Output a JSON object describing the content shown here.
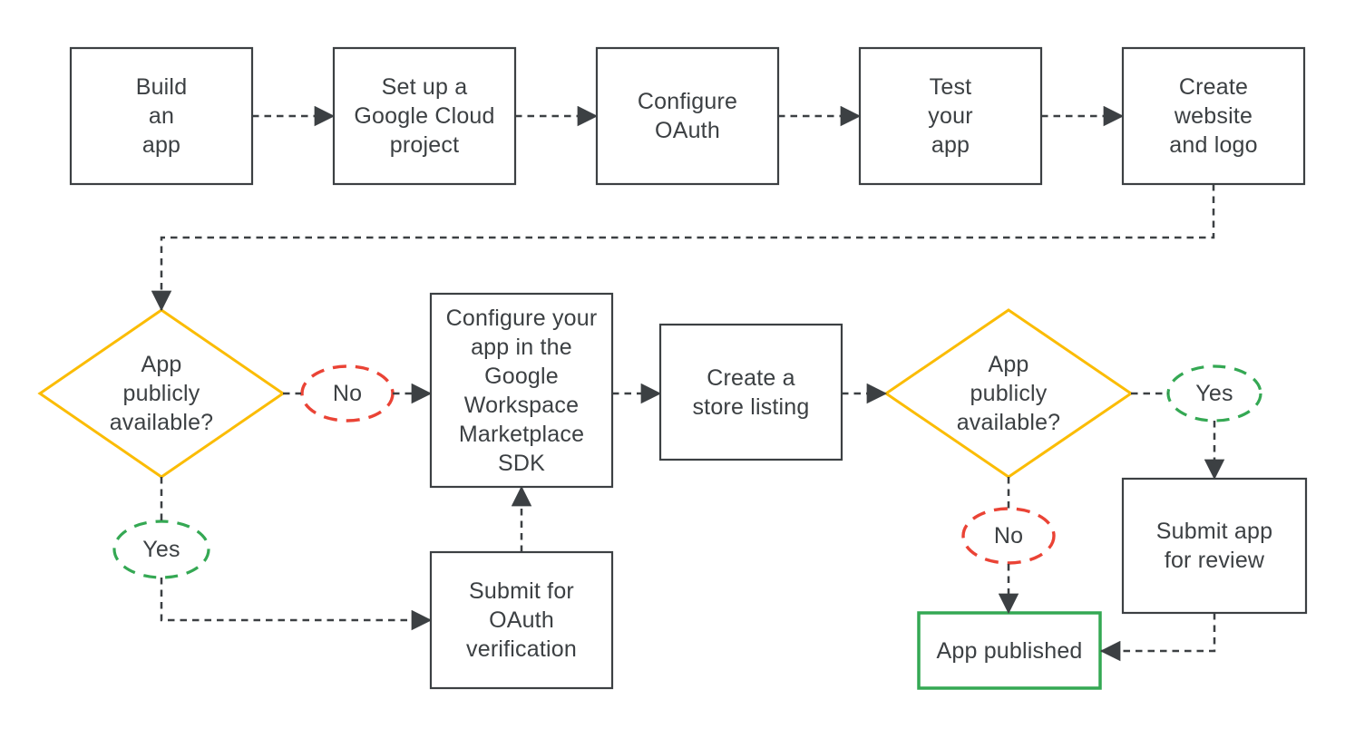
{
  "colors": {
    "outline": "#3c4043",
    "text": "#3c4043",
    "decision_border": "#fbbc04",
    "no_badge_border": "#ea4335",
    "yes_badge_border": "#34a853",
    "published_border": "#34a853",
    "background": "#ffffff"
  },
  "nodes": {
    "build_app": {
      "label": "Build\nan\napp"
    },
    "cloud_project": {
      "label": "Set up a\nGoogle Cloud\nproject"
    },
    "configure_oauth": {
      "label": "Configure\nOAuth"
    },
    "test_app": {
      "label": "Test\nyour\napp"
    },
    "create_website": {
      "label": "Create\nwebsite\nand logo"
    },
    "decision_public_1": {
      "label": "App\npublicly\navailable?"
    },
    "no_1": {
      "label": "No"
    },
    "yes_1": {
      "label": "Yes"
    },
    "configure_sdk": {
      "label": "Configure your\napp in the\nGoogle\nWorkspace\nMarketplace\nSDK"
    },
    "store_listing": {
      "label": "Create a\nstore listing"
    },
    "decision_public_2": {
      "label": "App\npublicly\navailable?"
    },
    "yes_2": {
      "label": "Yes"
    },
    "no_2": {
      "label": "No"
    },
    "oauth_verification": {
      "label": "Submit for\nOAuth\nverification"
    },
    "submit_review": {
      "label": "Submit app\nfor review"
    },
    "app_published": {
      "label": "App published"
    }
  }
}
